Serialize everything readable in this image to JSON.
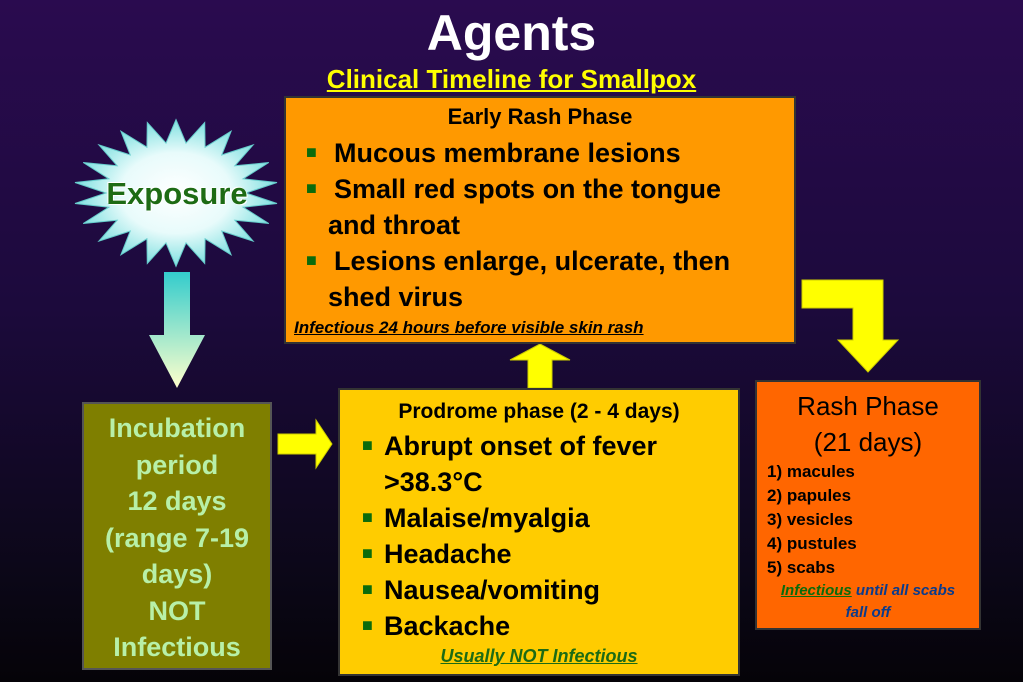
{
  "header": {
    "title": "Agents",
    "subtitle": "Clinical Timeline for Smallpox"
  },
  "exposure": {
    "label": "Exposure"
  },
  "early_rash": {
    "title": "Early Rash Phase",
    "items": [
      "Mucous membrane lesions",
      "Small red spots on the tongue",
      "and throat",
      "Lesions enlarge, ulcerate, then",
      "shed virus"
    ],
    "note": "Infectious 24 hours before visible skin rash"
  },
  "incubation": {
    "lines": [
      "Incubation",
      "period",
      "12 days",
      "(range 7-19",
      "days)",
      "NOT",
      "Infectious"
    ]
  },
  "prodrome": {
    "title": "Prodrome phase (2 - 4 days)",
    "items": [
      "Abrupt onset of fever",
      ">38.3°C",
      "Malaise/myalgia",
      "Headache",
      "Nausea/vomiting",
      "Backache"
    ],
    "note": "Usually NOT Infectious"
  },
  "rash": {
    "title_line1": "Rash Phase",
    "title_line2": "(21 days)",
    "items": [
      "1) macules",
      "2) papules",
      "3) vesicles",
      "4) pustules",
      "5) scabs"
    ],
    "note_underlined": "Infectious",
    "note_rest": " until all scabs",
    "note_line2": "fall off"
  },
  "colors": {
    "early_box": "#ff9900",
    "prodrome_box": "#ffcc00",
    "rash_box": "#ff6600",
    "incubation_box": "#7f7f00",
    "arrow_yellow": "#ffff00"
  },
  "icons": {
    "exposure": "starburst-icon",
    "arrow_down": "arrow-down-icon",
    "arrow_right": "arrow-right-icon",
    "arrow_up": "arrow-up-icon",
    "arrow_elbow": "elbow-arrow-icon"
  }
}
